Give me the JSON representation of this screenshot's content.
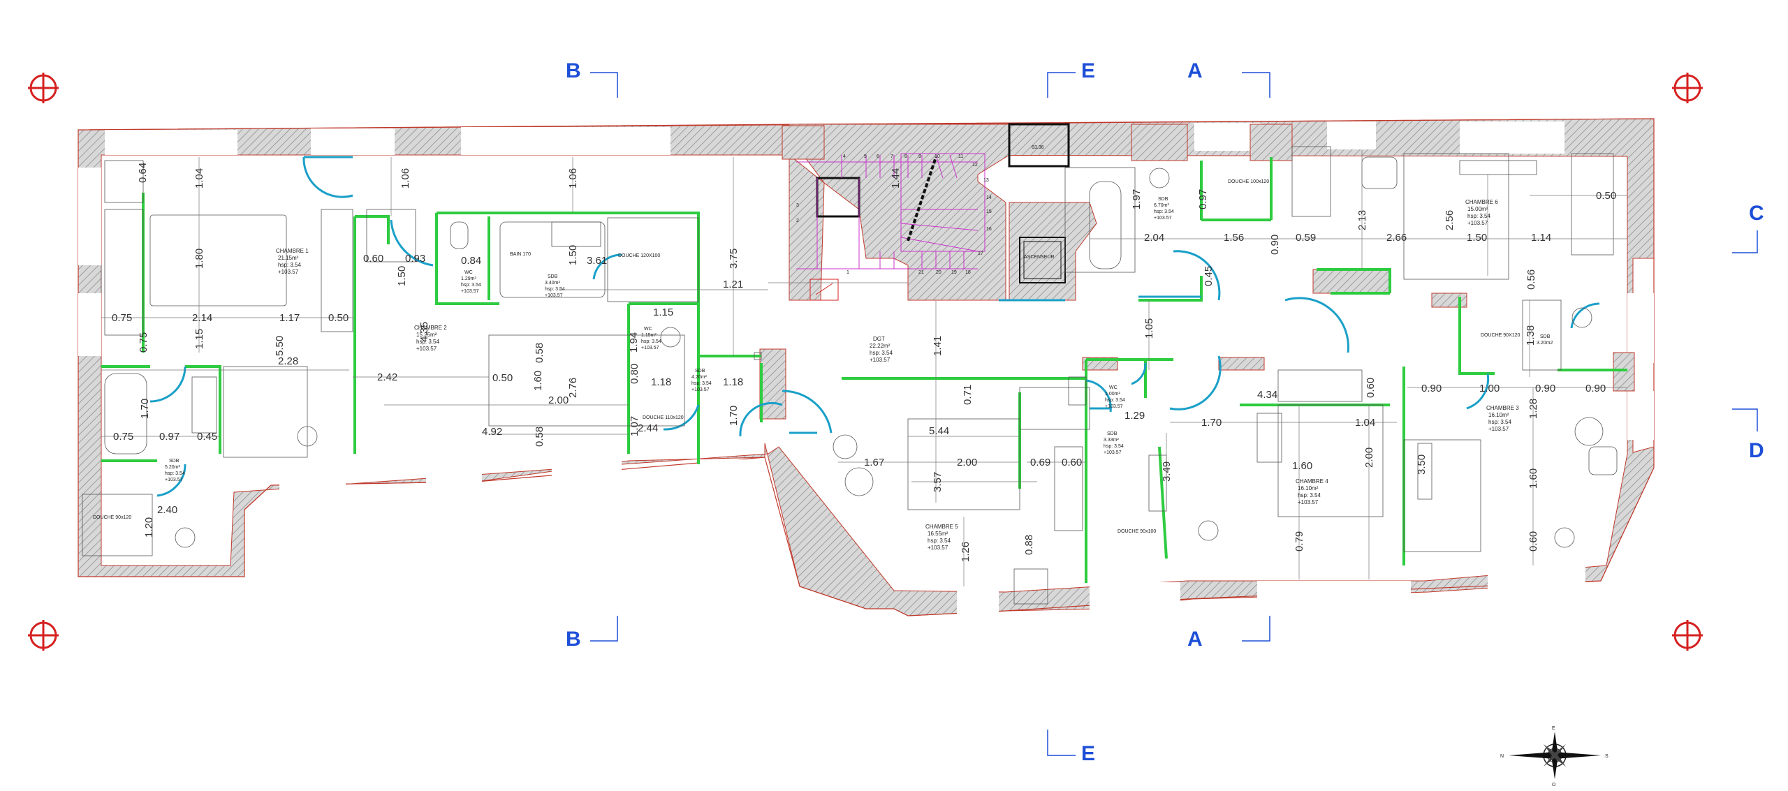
{
  "section_markers": {
    "B": "B",
    "E": "E",
    "A": "A",
    "C": "C",
    "D": "D"
  },
  "colors": {
    "wall_outline": "#c0392b",
    "partition": "#2ecc40",
    "door": "#1aa0c8",
    "section_letter": "#1e4fd8",
    "survey_marker": "#d62020",
    "stair": "#cc33cc"
  },
  "rooms": {
    "chambre1": [
      "CHAMBRE 1",
      "21.15m²",
      "hsp: 3.54",
      "+103.57"
    ],
    "chambre2": [
      "CHAMBRE 2",
      "15.25m²",
      "hsp: 3.54",
      "+103.57"
    ],
    "chambre3": [
      "CHAMBRE 3",
      "16.10m²",
      "hsp: 3.54",
      "+103.57"
    ],
    "chambre4": [
      "CHAMBRE 4",
      "16.10m²",
      "hsp: 3.54",
      "+103.57"
    ],
    "chambre5": [
      "CHAMBRE 5",
      "16.55m²",
      "hsp: 3.54",
      "+103.57"
    ],
    "chambre6": [
      "CHAMBRE 6",
      "15.00m²",
      "hsp: 3.54",
      "+103.57"
    ],
    "dgt": [
      "DGT",
      "22.22m²",
      "hsp: 3.54",
      "+103.57"
    ],
    "wc_left": [
      "WC",
      "1.29m²",
      "hsp: 3.54",
      "+103.57"
    ],
    "sdb_left": [
      "SDB",
      "3.40m²",
      "hsp: 3.54",
      "+103.57"
    ],
    "wc_mid": [
      "WC",
      "1.15m²",
      "hsp: 3.54",
      "+103.57"
    ],
    "sdb_mid": [
      "SDB",
      "4.20m²",
      "hsp: 3.54",
      "+103.57"
    ],
    "sdb_bottom_left": [
      "SDB",
      "5.20m²",
      "hsp: 3.54",
      "+103.57"
    ],
    "sdb_top_right": [
      "SDB",
      "6.70m²",
      "hsp: 3.54",
      "+103.57"
    ],
    "wc_right": [
      "WC",
      "1.00m²",
      "hsp: 3.54",
      "+103.57"
    ],
    "sdb_right": [
      "SDB",
      "3.33m²",
      "hsp: 3.54",
      "+103.57"
    ],
    "sdb_far_right": [
      "SDB",
      "3.20m2"
    ],
    "douche_top_mid": "DOUCHE 120X100",
    "douche_mid": "DOUCHE 110x120",
    "douche_bottom_left": "DOUCHE 90x120",
    "douche_top_right": "DOUCHE 100x120",
    "douche_right": "DOUCHE 90x100",
    "douche_far_right": "DOUCHE 90X120",
    "bain": "BAIN 170",
    "ascenseur": "ASCENSEUR",
    "box": "63.36"
  },
  "dimensions": {
    "d1": "0.64",
    "d2": "1.04",
    "d3": "1.80",
    "d4": "1.06",
    "d5": "1.06",
    "d6": "0.60",
    "d7": "0.93",
    "d8": "0.84",
    "d9": "1.50",
    "d10": "1.50",
    "d11": "3.61",
    "d12": "3.75",
    "d13": "1.21",
    "d14": "0.75",
    "d15": "2.14",
    "d16": "1.17",
    "d17": "0.50",
    "d18": "0.75",
    "d19": "1.15",
    "d20": "5.50",
    "d21": "4.35",
    "d22": "2.28",
    "d23": "2.42",
    "d24": "0.58",
    "d25": "0.50",
    "d26": "1.60",
    "d27": "2.76",
    "d28": "2.00",
    "d29": "4.92",
    "d30": "0.58",
    "d31": "1.70",
    "d32": "0.75",
    "d33": "0.97",
    "d34": "0.45",
    "d35": "2.40",
    "d36": "1.20",
    "d37": "1.15",
    "d38": "1.94",
    "d39": "0.80",
    "d40": "1.18",
    "d41": "1.18",
    "d42": "1.07",
    "d43": "2.44",
    "d44": "1.70",
    "d45": "1.41",
    "d46": "0.71",
    "d47": "5.44",
    "d48": "1.67",
    "d49": "2.00",
    "d50": "3.57",
    "d51": "0.69",
    "d52": "0.60",
    "d53": "1.26",
    "d54": "0.88",
    "d55": "1.44",
    "d56": "1.97",
    "d57": "2.04",
    "d58": "0.97",
    "d59": "1.56",
    "d60": "0.59",
    "d61": "2.13",
    "d62": "2.66",
    "d63": "2.56",
    "d64": "1.50",
    "d65": "1.14",
    "d66": "0.50",
    "d67": "0.90",
    "d68": "0.45",
    "d69": "0.56",
    "d70": "1.05",
    "d71": "1.38",
    "d72": "1.29",
    "d73": "3.49",
    "d74": "4.34",
    "d75": "0.60",
    "d76": "1.70",
    "d77": "1.04",
    "d78": "1.60",
    "d79": "2.00",
    "d80": "3.50",
    "d81": "0.79",
    "d82": "0.90",
    "d83": "1.00",
    "d84": "0.90",
    "d85": "0.90",
    "d86": "1.28",
    "d87": "1.60",
    "d88": "0.60"
  },
  "stair_steps": [
    "4",
    "5",
    "6",
    "7",
    "8",
    "9",
    "10",
    "11",
    "12",
    "13",
    "14",
    "15",
    "16",
    "17",
    "18",
    "19",
    "20",
    "21",
    "1",
    "2",
    "3"
  ],
  "compass": {
    "n": "N",
    "s": "S",
    "e": "E",
    "o": "O"
  }
}
